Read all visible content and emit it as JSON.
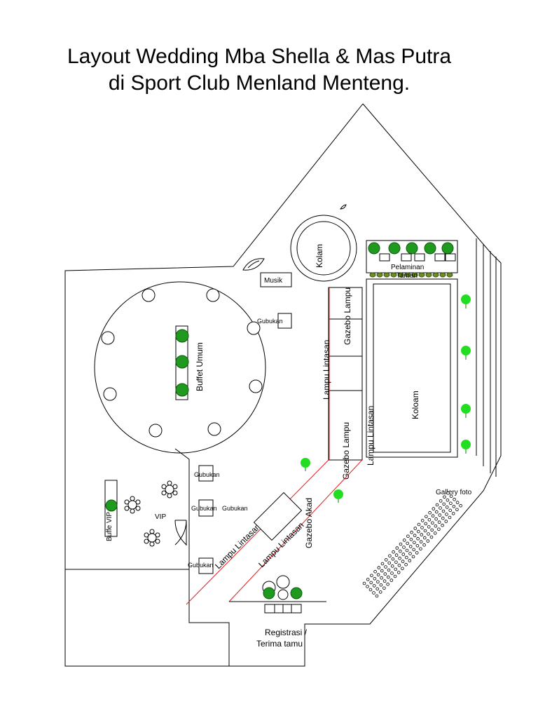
{
  "title": {
    "line1": "Layout Wedding Mba Shella & Mas Putra",
    "line2": "di Sport Club Menland Menteng."
  },
  "labels": {
    "kolam": "Kolam",
    "musik": "Musik",
    "pelaminan": "Pelaminan",
    "taman": "Taman",
    "gubukan": "Gubukan",
    "buffet_umum": "Buffet Umum",
    "gazebo_lampu": "Gazebo Lampu",
    "lampu_lintasan": "Lampu Lintasan",
    "koloam": "Koloam",
    "buffet_vip": "Buffe VIP",
    "vip": "VIP",
    "gazebo_akad": "Gazebo Akad",
    "gallery_foto": "Gallery foto",
    "registrasi_line1": "Registrasi /",
    "registrasi_line2": "Terima tamu"
  },
  "colors": {
    "line": "#000000",
    "path_red": "#e02020",
    "tree_green": "#1f9a1f",
    "tree_bright": "#22dd22",
    "hedge": "#6b8e23"
  }
}
